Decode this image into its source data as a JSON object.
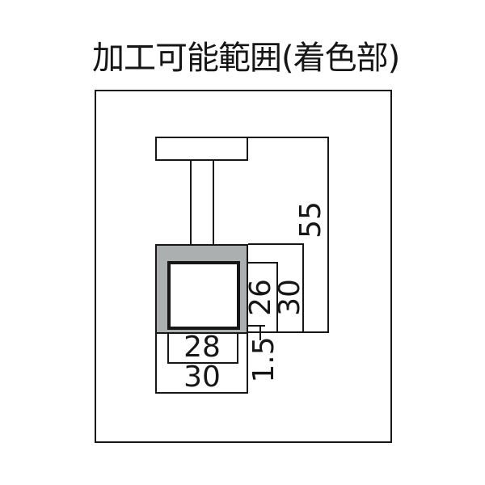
{
  "title": "加工可能範囲(着色部)",
  "drawing": {
    "description": "bracket cross-section with shaded machinable square block",
    "dim_total_height": "55",
    "dim_bore_height": "26",
    "dim_block_height": "30",
    "dim_bore_width": "28",
    "dim_block_width": "30",
    "dim_bottom_wall": "1.5"
  },
  "colors": {
    "shaded_fill": "#acafaf",
    "line": "#161616",
    "background": "#ffffff"
  }
}
